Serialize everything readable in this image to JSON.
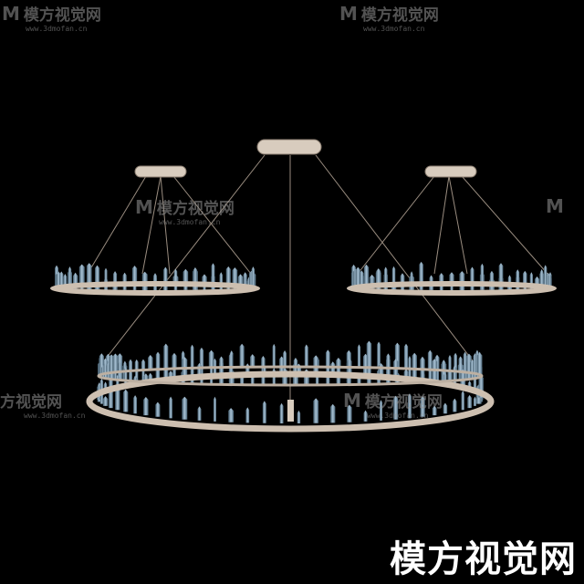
{
  "image": {
    "subject": "chandelier-render",
    "background_color": "#000000",
    "frame_color": "#cdbfb0",
    "crystal_color": "#7d98ad"
  },
  "watermark": {
    "brand": "模方视觉网",
    "logo": "M",
    "url": "www.3dmofan.cn"
  }
}
